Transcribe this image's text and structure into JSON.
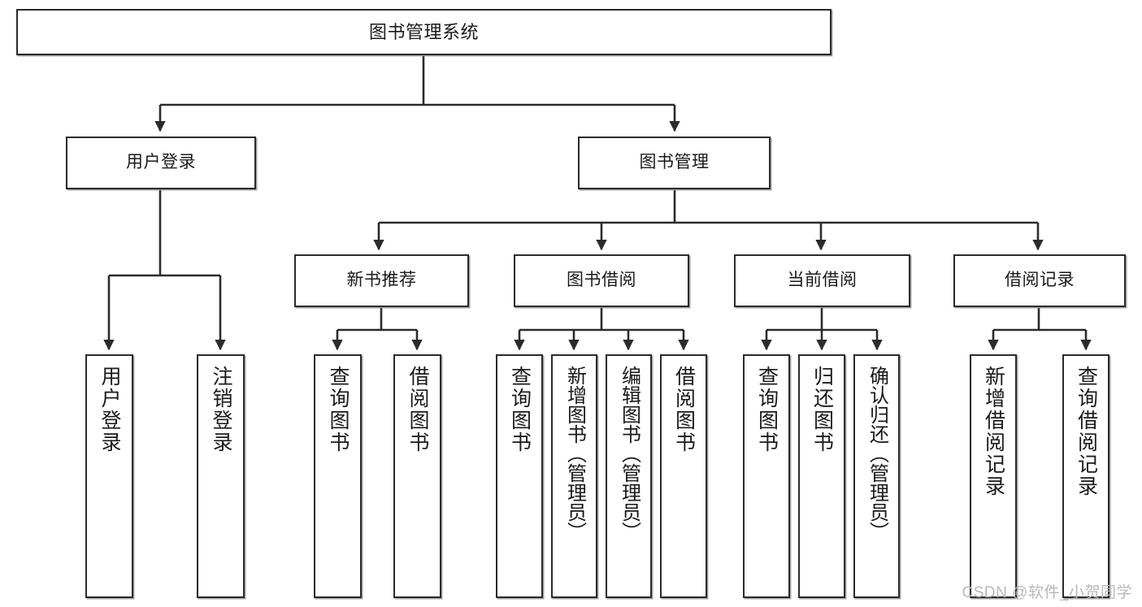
{
  "diagram": {
    "type": "tree-hierarchy",
    "title": "图书管理系统",
    "watermark": "CSDN @软件_小贺同学",
    "colors": {
      "box_border": "#2b2b2b",
      "box_fill": "#ffffff",
      "connector": "#2b2b2b",
      "watermark": "#b9b9b9",
      "background": "#ffffff"
    }
  },
  "nodes": {
    "root": {
      "label": "图书管理系统",
      "level": 0
    },
    "level1": [
      {
        "id": "user-login",
        "label": "用户登录"
      },
      {
        "id": "book-manage",
        "label": "图书管理"
      }
    ],
    "level2": [
      {
        "id": "new-book-recommend",
        "label": "新书推荐"
      },
      {
        "id": "book-borrow",
        "label": "图书借阅"
      },
      {
        "id": "current-borrow",
        "label": "当前借阅"
      },
      {
        "id": "borrow-record",
        "label": "借阅记录"
      }
    ],
    "leaves": {
      "user-login": [
        {
          "id": "leaf-user-login",
          "label": "用户登录"
        },
        {
          "id": "leaf-logout",
          "label": "注销登录"
        }
      ],
      "new-book-recommend": [
        {
          "id": "leaf-query-book-1",
          "label": "查询图书"
        },
        {
          "id": "leaf-borrow-book-1",
          "label": "借阅图书"
        }
      ],
      "book-borrow": [
        {
          "id": "leaf-query-book-2",
          "label": "查询图书"
        },
        {
          "id": "leaf-add-book",
          "label": "新增图书（管理员）"
        },
        {
          "id": "leaf-edit-book",
          "label": "编辑图书（管理员）"
        },
        {
          "id": "leaf-borrow-book-2",
          "label": "借阅图书"
        }
      ],
      "current-borrow": [
        {
          "id": "leaf-query-book-3",
          "label": "查询图书"
        },
        {
          "id": "leaf-return-book",
          "label": "归还图书"
        },
        {
          "id": "leaf-confirm-return",
          "label": "确认归还（管理员）"
        }
      ],
      "borrow-record": [
        {
          "id": "leaf-add-record",
          "label": "新增借阅记录"
        },
        {
          "id": "leaf-query-record",
          "label": "查询借阅记录"
        }
      ]
    }
  }
}
